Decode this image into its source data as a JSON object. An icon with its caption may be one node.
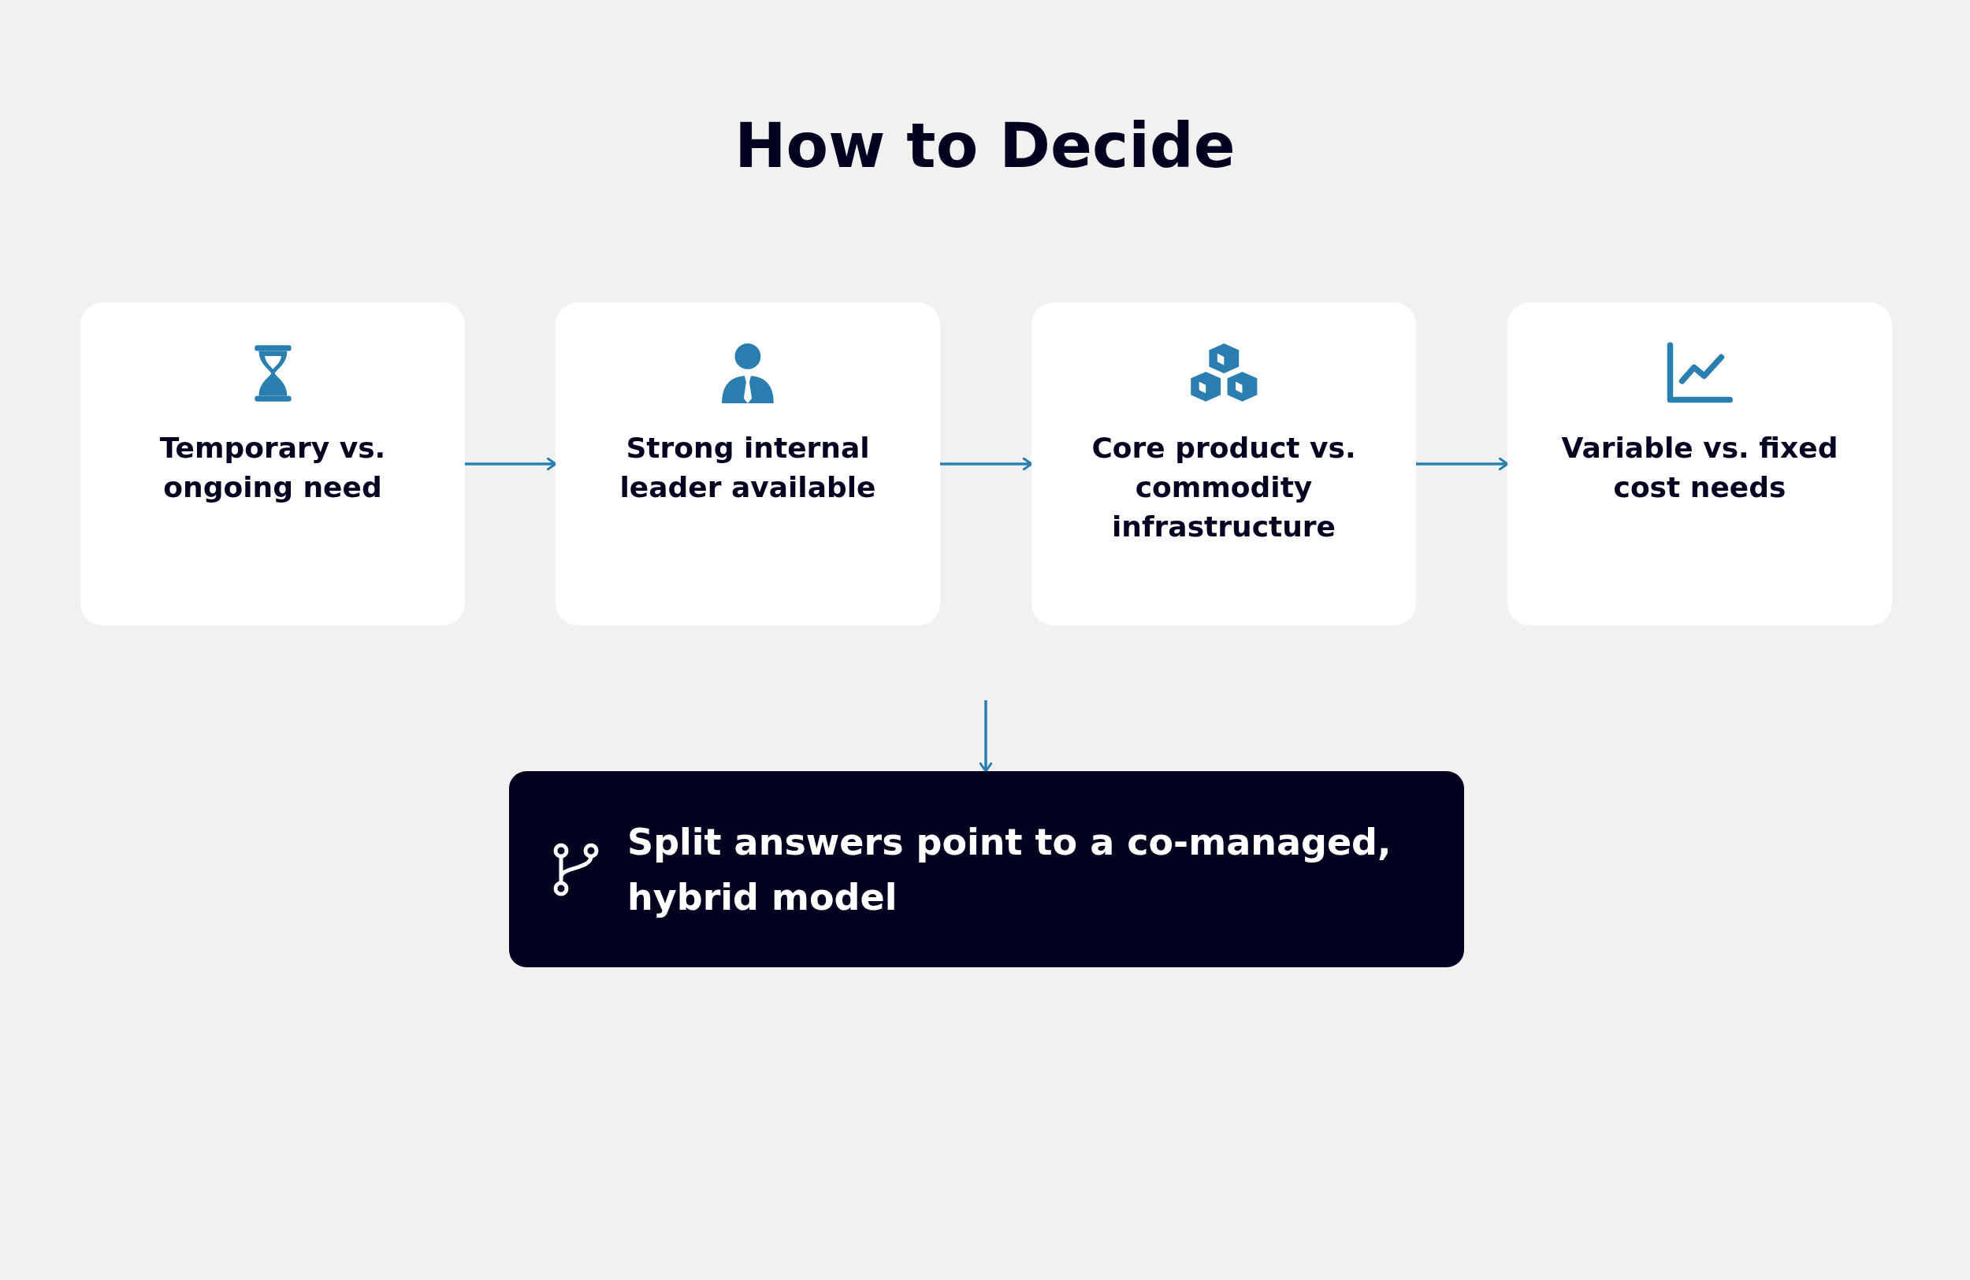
{
  "diagram": {
    "title": "How to Decide",
    "nodes": [
      {
        "text": [
          "Temporary vs. ongoing need"
        ]
      },
      {
        "text": [
          "Strong internal leader available"
        ]
      },
      {
        "text": [
          "Core product vs. commodity infrastructure"
        ]
      },
      {
        "text": [
          "Variable vs. fixed cost needs"
        ]
      },
      {
        "text": [
          "Split answers point to a co-managed, hybrid model"
        ]
      }
    ],
    "edges": [
      {
        "from": 0,
        "to": 1,
        "arrow": "to"
      },
      {
        "from": 1,
        "to": 2,
        "arrow": "to"
      },
      {
        "from": 2,
        "to": 3,
        "arrow": "to"
      },
      {
        "from": null,
        "to": 4,
        "arrow": "to"
      }
    ]
  }
}
